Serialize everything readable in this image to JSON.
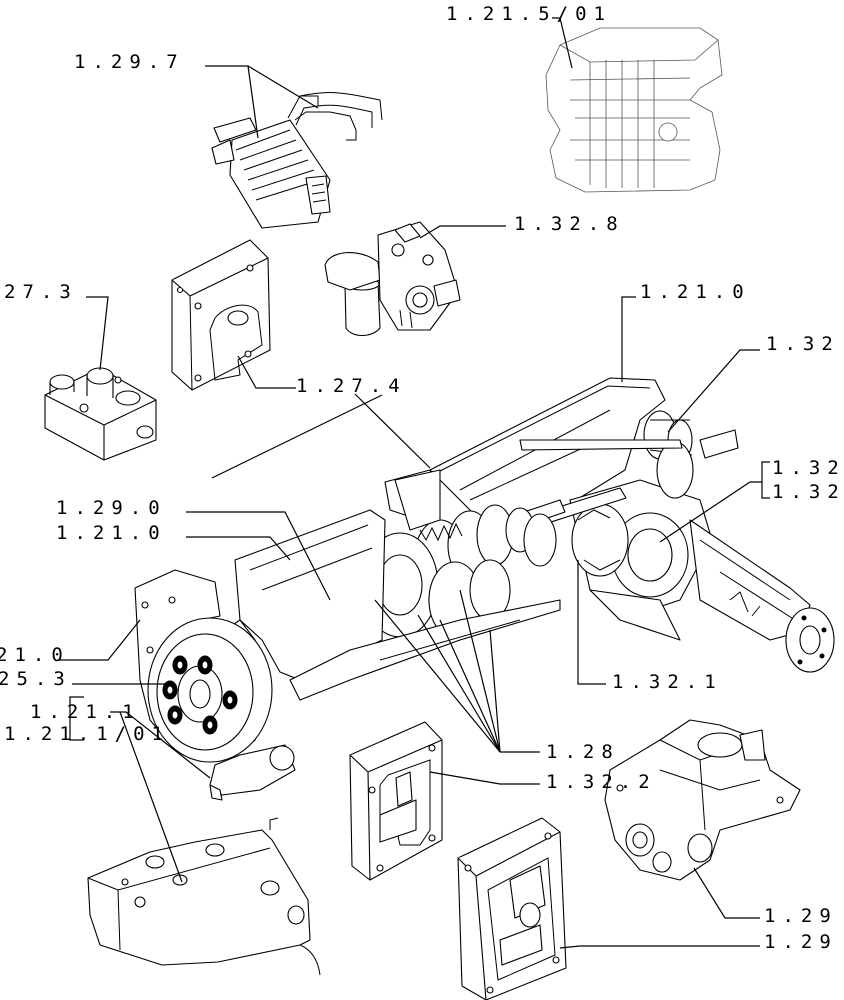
{
  "callouts": {
    "c1_21_5_01": "1.21.5/01",
    "c1_29_7": "1.29.7",
    "c1_32_8": "1.32.8",
    "c27_3": "27.3",
    "c1_27_4": "1.27.4",
    "c1_21_0_top": "1.21.0",
    "c1_32_top": "1.32",
    "c1_32_a": "1.32",
    "c1_32_b": "1.32",
    "c1_29_0": "1.29.0",
    "c1_21_0_mid": "1.21.0",
    "c21_0_left": "21.0",
    "c25_3": "25.3",
    "c1_21_1": "1.21.1",
    "c1_21_1_01": "1.21.1/01",
    "c1_32_1": "1.32.1",
    "c1_28": "1.28",
    "c1_32_2": "1.32.2",
    "c1_29_a": "1.29",
    "c1_29_b": "1.29"
  },
  "icons": {
    "counterweight": "counterweight-icon",
    "oil_cooler": "oil-cooler-icon",
    "valve_block": "valve-block-icon",
    "control_valve": "control-valve-icon",
    "cover_plate": "cover-plate-icon",
    "transmission": "transmission-assembly-icon",
    "front_cover": "front-cover-icon",
    "side_cover": "side-cover-icon",
    "lift_housing": "lift-housing-icon",
    "support": "front-support-icon"
  }
}
